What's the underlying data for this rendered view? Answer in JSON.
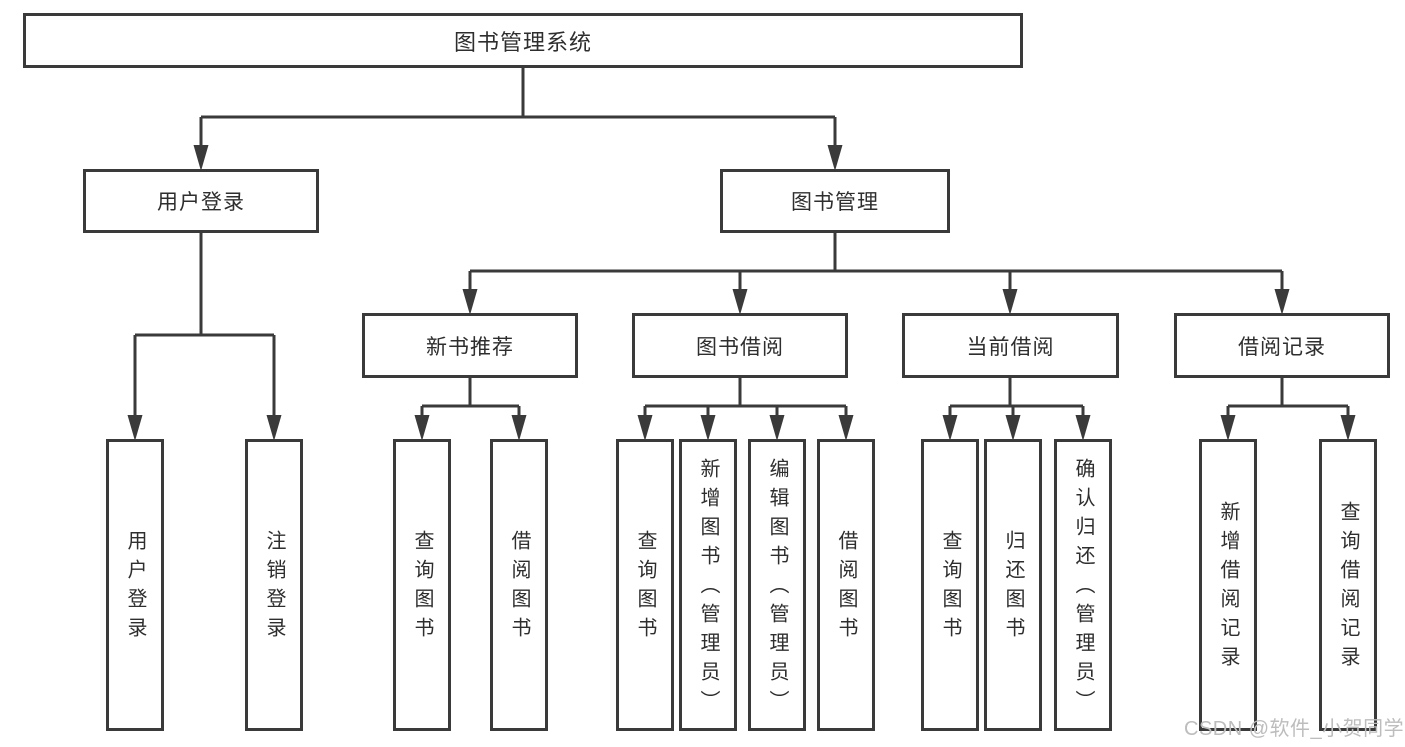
{
  "diagram": {
    "type": "hierarchy-tree",
    "colors": {
      "line": "#3a3a3a",
      "box_border": "#3a3a3a",
      "text": "#2e2e2e",
      "background": "#ffffff",
      "watermark": "#bdbdbd"
    },
    "tree": {
      "label": "图书管理系统",
      "children": [
        {
          "label": "用户登录",
          "children": [
            {
              "label": "用户登录"
            },
            {
              "label": "注销登录"
            }
          ]
        },
        {
          "label": "图书管理",
          "children": [
            {
              "label": "新书推荐",
              "children": [
                {
                  "label": "查询图书"
                },
                {
                  "label": "借阅图书"
                }
              ]
            },
            {
              "label": "图书借阅",
              "children": [
                {
                  "label": "查询图书"
                },
                {
                  "label": "新增图书（管理员）"
                },
                {
                  "label": "编辑图书（管理员）"
                },
                {
                  "label": "借阅图书"
                }
              ]
            },
            {
              "label": "当前借阅",
              "children": [
                {
                  "label": "查询图书"
                },
                {
                  "label": "归还图书"
                },
                {
                  "label": "确认归还（管理员）"
                }
              ]
            },
            {
              "label": "借阅记录",
              "children": [
                {
                  "label": "新增借阅记录"
                },
                {
                  "label": "查询借阅记录"
                }
              ]
            }
          ]
        }
      ]
    }
  },
  "watermark": "CSDN @软件_小贺同学"
}
